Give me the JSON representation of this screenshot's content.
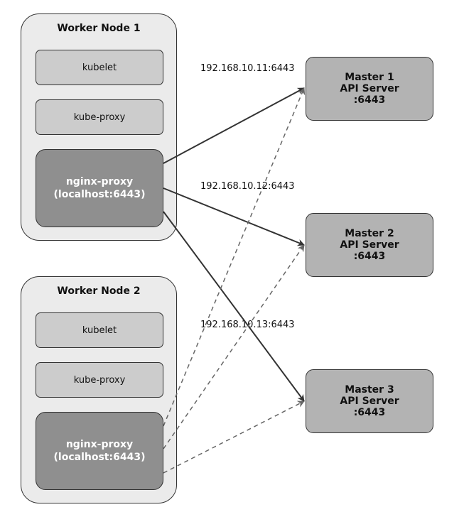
{
  "workers": [
    {
      "title": "Worker Node 1",
      "kubelet": "kubelet",
      "kube_proxy": "kube-proxy",
      "proxy_line1": "nginx-proxy",
      "proxy_line2": "(localhost:6443)"
    },
    {
      "title": "Worker Node 2",
      "kubelet": "kubelet",
      "kube_proxy": "kube-proxy",
      "proxy_line1": "nginx-proxy",
      "proxy_line2": "(localhost:6443)"
    }
  ],
  "masters": [
    {
      "line1": "Master 1",
      "line2": "API Server",
      "line3": ":6443"
    },
    {
      "line1": "Master 2",
      "line2": "API Server",
      "line3": ":6443"
    },
    {
      "line1": "Master 3",
      "line2": "API Server",
      "line3": ":6443"
    }
  ],
  "edge_labels": [
    "192.168.10.11:6443",
    "192.168.10.12:6443",
    "192.168.10.13:6443"
  ],
  "colors": {
    "node_fill": "#ebebeb",
    "component_fill": "#cccccc",
    "proxy_fill": "#8f8f8f",
    "master_fill": "#b3b3b3",
    "edge_solid": "#333333",
    "edge_dashed": "#666666"
  }
}
